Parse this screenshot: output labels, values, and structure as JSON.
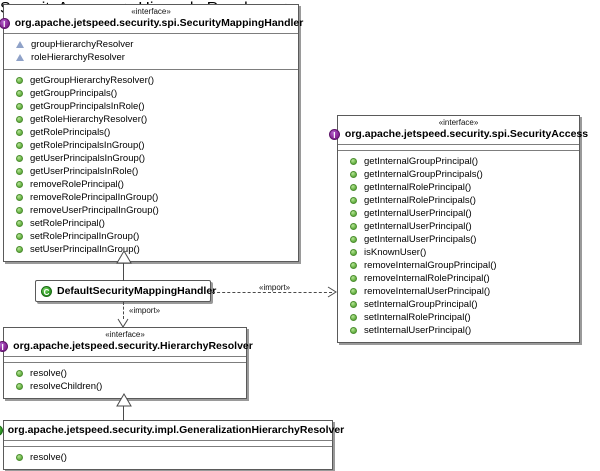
{
  "diagram": {
    "type": "uml-class-diagram",
    "stereotype_interface": "«interface»",
    "icons": {
      "interface": "I",
      "class": "C"
    }
  },
  "classes": {
    "security_mapping_handler": {
      "stereotype": "«interface»",
      "name": "org.apache.jetspeed.security.spi.SecurityMappingHandler",
      "icon": "interface-icon",
      "icon_letter": "I",
      "attributes": [
        "groupHierarchyResolver",
        "roleHierarchyResolver"
      ],
      "methods": [
        "getGroupHierarchyResolver()",
        "getGroupPrincipals()",
        "getGroupPrincipalsInRole()",
        "getRoleHierarchyResolver()",
        "getRolePrincipals()",
        "getRolePrincipalsInGroup()",
        "getUserPrincipalsInGroup()",
        "getUserPrincipalsInRole()",
        "removeRolePrincipal()",
        "removeRolePrincipalInGroup()",
        "removeUserPrincipalInGroup()",
        "setRolePrincipal()",
        "setRolePrincipalInGroup()",
        "setUserPrincipalInGroup()"
      ]
    },
    "security_access": {
      "stereotype": "«interface»",
      "name": "org.apache.jetspeed.security.spi.SecurityAccess",
      "icon": "interface-icon",
      "icon_letter": "I",
      "attributes": [],
      "methods": [
        "getInternalGroupPrincipal()",
        "getInternalGroupPrincipals()",
        "getInternalRolePrincipal()",
        "getInternalRolePrincipals()",
        "getInternalUserPrincipal()",
        "getInternalUserPrincipal()",
        "getInternalUserPrincipals()",
        "isKnownUser()",
        "removeInternalGroupPrincipal()",
        "removeInternalRolePrincipal()",
        "removeInternalUserPrincipal()",
        "setInternalGroupPrincipal()",
        "setInternalRolePrincipal()",
        "setInternalUserPrincipal()"
      ]
    },
    "default_security_mapping_handler": {
      "stereotype": "",
      "name": "DefaultSecurityMappingHandler",
      "icon": "class-icon",
      "icon_letter": "C",
      "attributes": [],
      "methods": []
    },
    "hierarchy_resolver": {
      "stereotype": "«interface»",
      "name": "org.apache.jetspeed.security.HierarchyResolver",
      "icon": "interface-icon",
      "icon_letter": "I",
      "attributes": [],
      "methods": [
        "resolve()",
        "resolveChildren()"
      ]
    },
    "generalization_hierarchy_resolver": {
      "stereotype": "",
      "name": "org.apache.jetspeed.security.impl.GeneralizationHierarchyResolver",
      "icon": "class-icon",
      "icon_letter": "C",
      "attributes": [],
      "methods": [
        "resolve()"
      ]
    }
  },
  "relationships": [
    {
      "id": "realize-mapping-handler",
      "kind": "realization",
      "from": "DefaultSecurityMappingHandler",
      "to": "org.apache.jetspeed.security.spi.SecurityMappingHandler",
      "label": ""
    },
    {
      "id": "import-security-access",
      "kind": "dependency",
      "from": "DefaultSecurityMappingHandler",
      "to": "org.apache.jetspeed.security.spi.SecurityAccess",
      "label": "«import»"
    },
    {
      "id": "import-hierarchy-resolver",
      "kind": "dependency",
      "from": "DefaultSecurityMappingHandler",
      "to": "org.apache.jetspeed.security.HierarchyResolver",
      "label": "«import»"
    },
    {
      "id": "realize-hierarchy-resolver",
      "kind": "realization",
      "from": "org.apache.jetspeed.security.impl.GeneralizationHierarchyResolver",
      "to": "org.apache.jetspeed.security.HierarchyResolver",
      "label": ""
    }
  ],
  "edge_labels": {
    "import_to_security_access": "«import»",
    "import_to_hierarchy_resolver": "«import»"
  },
  "colors": {
    "interface_icon": "#8e2b9e",
    "class_icon": "#36a12a",
    "method_icon": "#72bc4e",
    "attribute_icon": "#8fa2c8",
    "border": "#5a5a5a",
    "shadow": "#9a9a9a",
    "background": "#ffffff"
  }
}
